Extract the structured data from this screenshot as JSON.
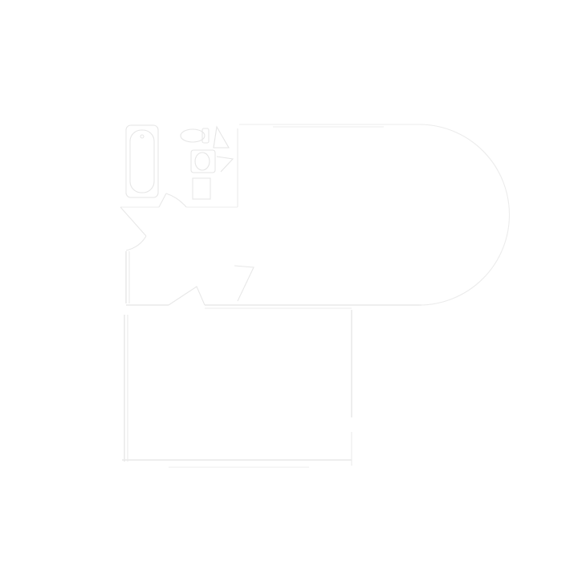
{
  "diagram": {
    "type": "floor-plan",
    "rooms": [
      {
        "name": "bathroom",
        "fixtures": [
          "bathtub",
          "toilet",
          "sink",
          "shower"
        ]
      },
      {
        "name": "curved-room"
      },
      {
        "name": "lower-room"
      }
    ],
    "labels": [],
    "colors": {
      "background": "#ffffff",
      "lines": "#e9e9e9"
    }
  }
}
